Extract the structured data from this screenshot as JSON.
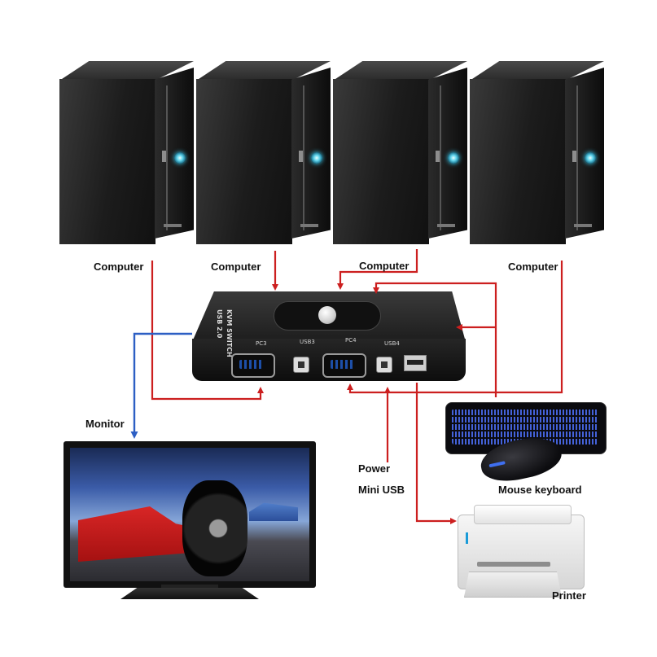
{
  "labels": {
    "computer1": "Computer",
    "computer2": "Computer",
    "computer3": "Computer",
    "computer4": "Computer",
    "monitor": "Monitor",
    "power": "Power",
    "mini_usb": "Mini USB",
    "mouse_keyboard": "Mouse keyboard",
    "printer": "Printer"
  },
  "kvm": {
    "brand_line1": "USB 2.0",
    "brand_line2": "KVM SWITCH",
    "port_pc3": "PC3",
    "port_usb3": "USB3",
    "port_pc4": "PC4",
    "port_usb4": "USB4"
  },
  "colors": {
    "signal_wire": "#cc1f1f",
    "monitor_wire": "#2d5fc4",
    "power_led": "#3cc9ea"
  }
}
